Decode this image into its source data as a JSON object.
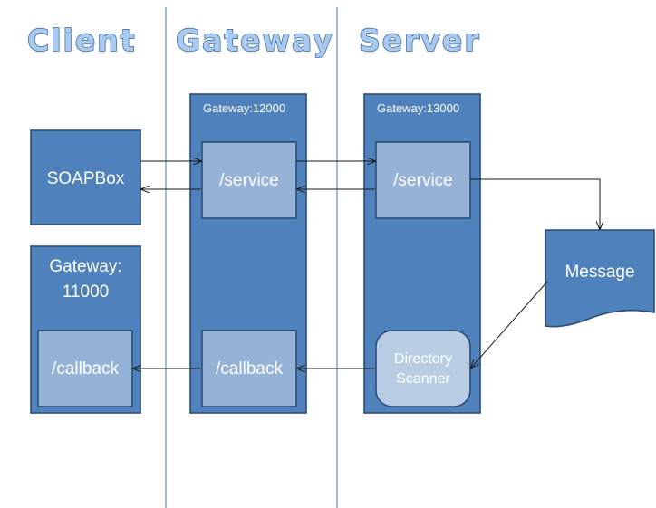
{
  "columns": {
    "client": "Client",
    "gateway": "Gateway",
    "server": "Server"
  },
  "client": {
    "soapbox": "SOAPBox",
    "gateway_line1": "Gateway:",
    "gateway_line2": "11000",
    "callback": "/callback"
  },
  "gateway": {
    "title": "Gateway:12000",
    "service": "/service",
    "callback": "/callback"
  },
  "server": {
    "title": "Gateway:13000",
    "service": "/service",
    "scanner_line1": "Directory",
    "scanner_line2": "Scanner"
  },
  "message": "Message",
  "colors": {
    "container": "#4f81bd",
    "endpoint": "#95b3d7",
    "scanner": "#b9cde5",
    "header_fill": "#a9c9ef",
    "header_stroke": "#2e5f9b"
  }
}
